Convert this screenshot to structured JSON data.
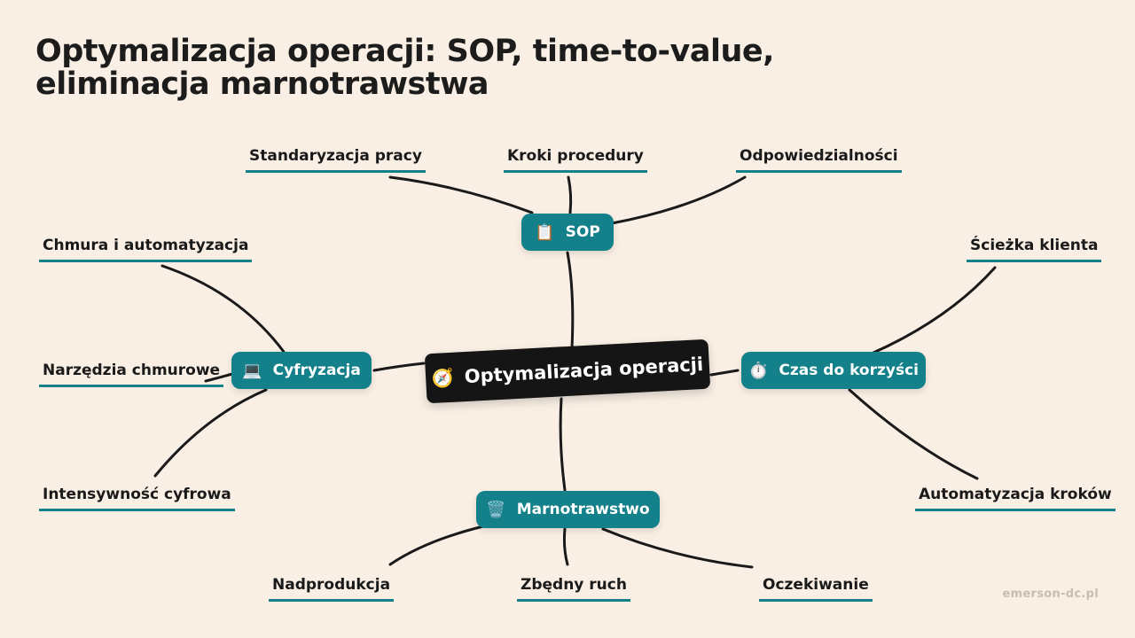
{
  "title": "Optymalizacja operacji: SOP, time-to-value, eliminacja marnotrawstwa",
  "center": {
    "label": "Optymalizacja operacji",
    "icon": "🧭",
    "icon_name": "compass-icon"
  },
  "branches": {
    "sop": {
      "label": "SOP",
      "icon": "📋",
      "icon_name": "clipboard-icon",
      "leaves": [
        "Standaryzacja pracy",
        "Kroki procedury",
        "Odpowiedzialności"
      ]
    },
    "time": {
      "label": "Czas do korzyści",
      "icon": "⏱️",
      "icon_name": "stopwatch-icon",
      "leaves": [
        "Ścieżka klienta",
        "Automatyzacja kroków"
      ]
    },
    "waste": {
      "label": "Marnotrawstwo",
      "icon": "🗑️",
      "icon_name": "wastebasket-icon",
      "leaves": [
        "Nadprodukcja",
        "Zbędny ruch",
        "Oczekiwanie"
      ]
    },
    "digital": {
      "label": "Cyfryzacja",
      "icon": "💻",
      "icon_name": "laptop-icon",
      "leaves": [
        "Chmura i automatyzacja",
        "Narzędzia chmurowe",
        "Intensywność cyfrowa"
      ]
    }
  },
  "colors": {
    "node": "#13808a",
    "center": "#151515",
    "background": "#f9efe4",
    "line": "#1a1a1a"
  },
  "watermark": "emerson-dc.pl"
}
